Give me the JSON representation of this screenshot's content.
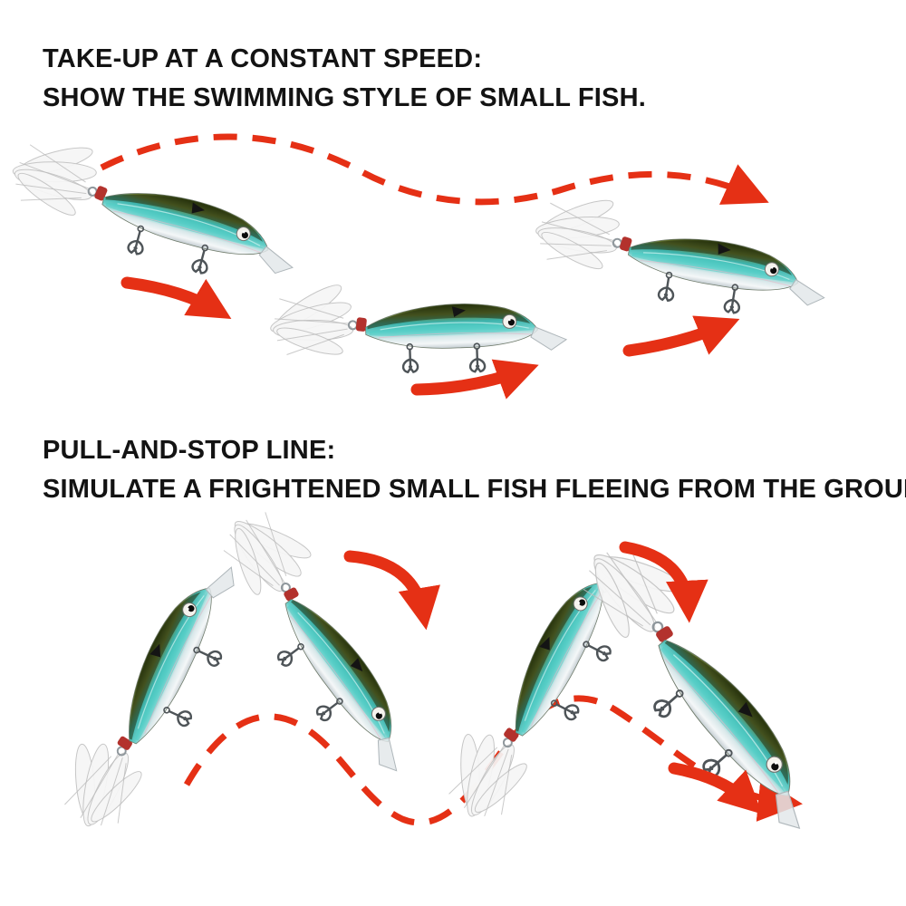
{
  "sections": {
    "take_up": {
      "heading_line1": "TAKE-UP AT A CONSTANT SPEED:",
      "heading_line2": "SHOW THE SWIMMING STYLE OF SMALL FISH.",
      "lure_count": 3,
      "path_style": "dashed-wave-left-to-right",
      "solid_arrow_count": 3
    },
    "pull_stop": {
      "heading_line1": "PULL-AND-STOP LINE:",
      "heading_line2": "SIMULATE A FRIGHTENED SMALL FISH FLEEING FROM THE GROUP.",
      "lure_count": 4,
      "path_style": "dashed-zigzag-wave-left-to-right",
      "solid_arrow_count": 3
    }
  },
  "colors": {
    "arrow_red": "#E53015",
    "text": "#131313",
    "background": "#FFFFFF",
    "lure_back_olive": "#243009",
    "lure_teal": "#45C4BC",
    "lure_belly_silver": "#EEF3F4",
    "feather_white": "#F5F5F5",
    "band_red": "#B3322D"
  },
  "icons": {
    "lure": "feathered-minnow-lure-icon",
    "dashed_path": "dashed-swim-path-icon",
    "solid_arrow": "red-arrow-icon",
    "hook": "treble-hook-icon",
    "feather": "feather-tail-icon"
  }
}
